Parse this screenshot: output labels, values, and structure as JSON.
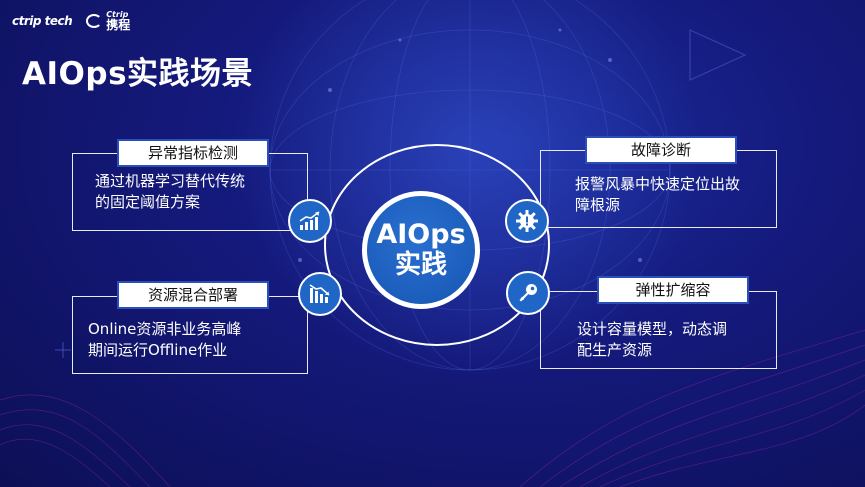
{
  "header": {
    "logo_text": "ctrip tech",
    "brand_en": "Ctrip",
    "brand_cn": "携程",
    "title": "AIOps实践场景"
  },
  "hub": {
    "line1": "AIOps",
    "line2": "实践"
  },
  "scenarios": [
    {
      "tag": "异常指标检测",
      "desc_line1": "通过机器学习替代传统",
      "desc_line2": "的固定阈值方案",
      "icon": "trend-up-chart-icon"
    },
    {
      "tag": "资源混合部署",
      "desc_line1": "Online资源非业务高峰",
      "desc_line2": "期间运行Offline作业",
      "icon": "trend-down-chart-icon"
    },
    {
      "tag": "故障诊断",
      "desc_line1": "报警风暴中快速定位出故",
      "desc_line2": "障根源",
      "icon": "alert-gear-icon"
    },
    {
      "tag": "弹性扩缩容",
      "desc_line1": "设计容量模型，动态调",
      "desc_line2": "配生产资源",
      "icon": "key-icon"
    }
  ],
  "colors": {
    "background": "#14197a",
    "accent_blue": "#1f66c6",
    "card_border": "#e8eaf6",
    "tag_border": "#2a4fb8",
    "deco_magenta": "#c02fc8"
  }
}
